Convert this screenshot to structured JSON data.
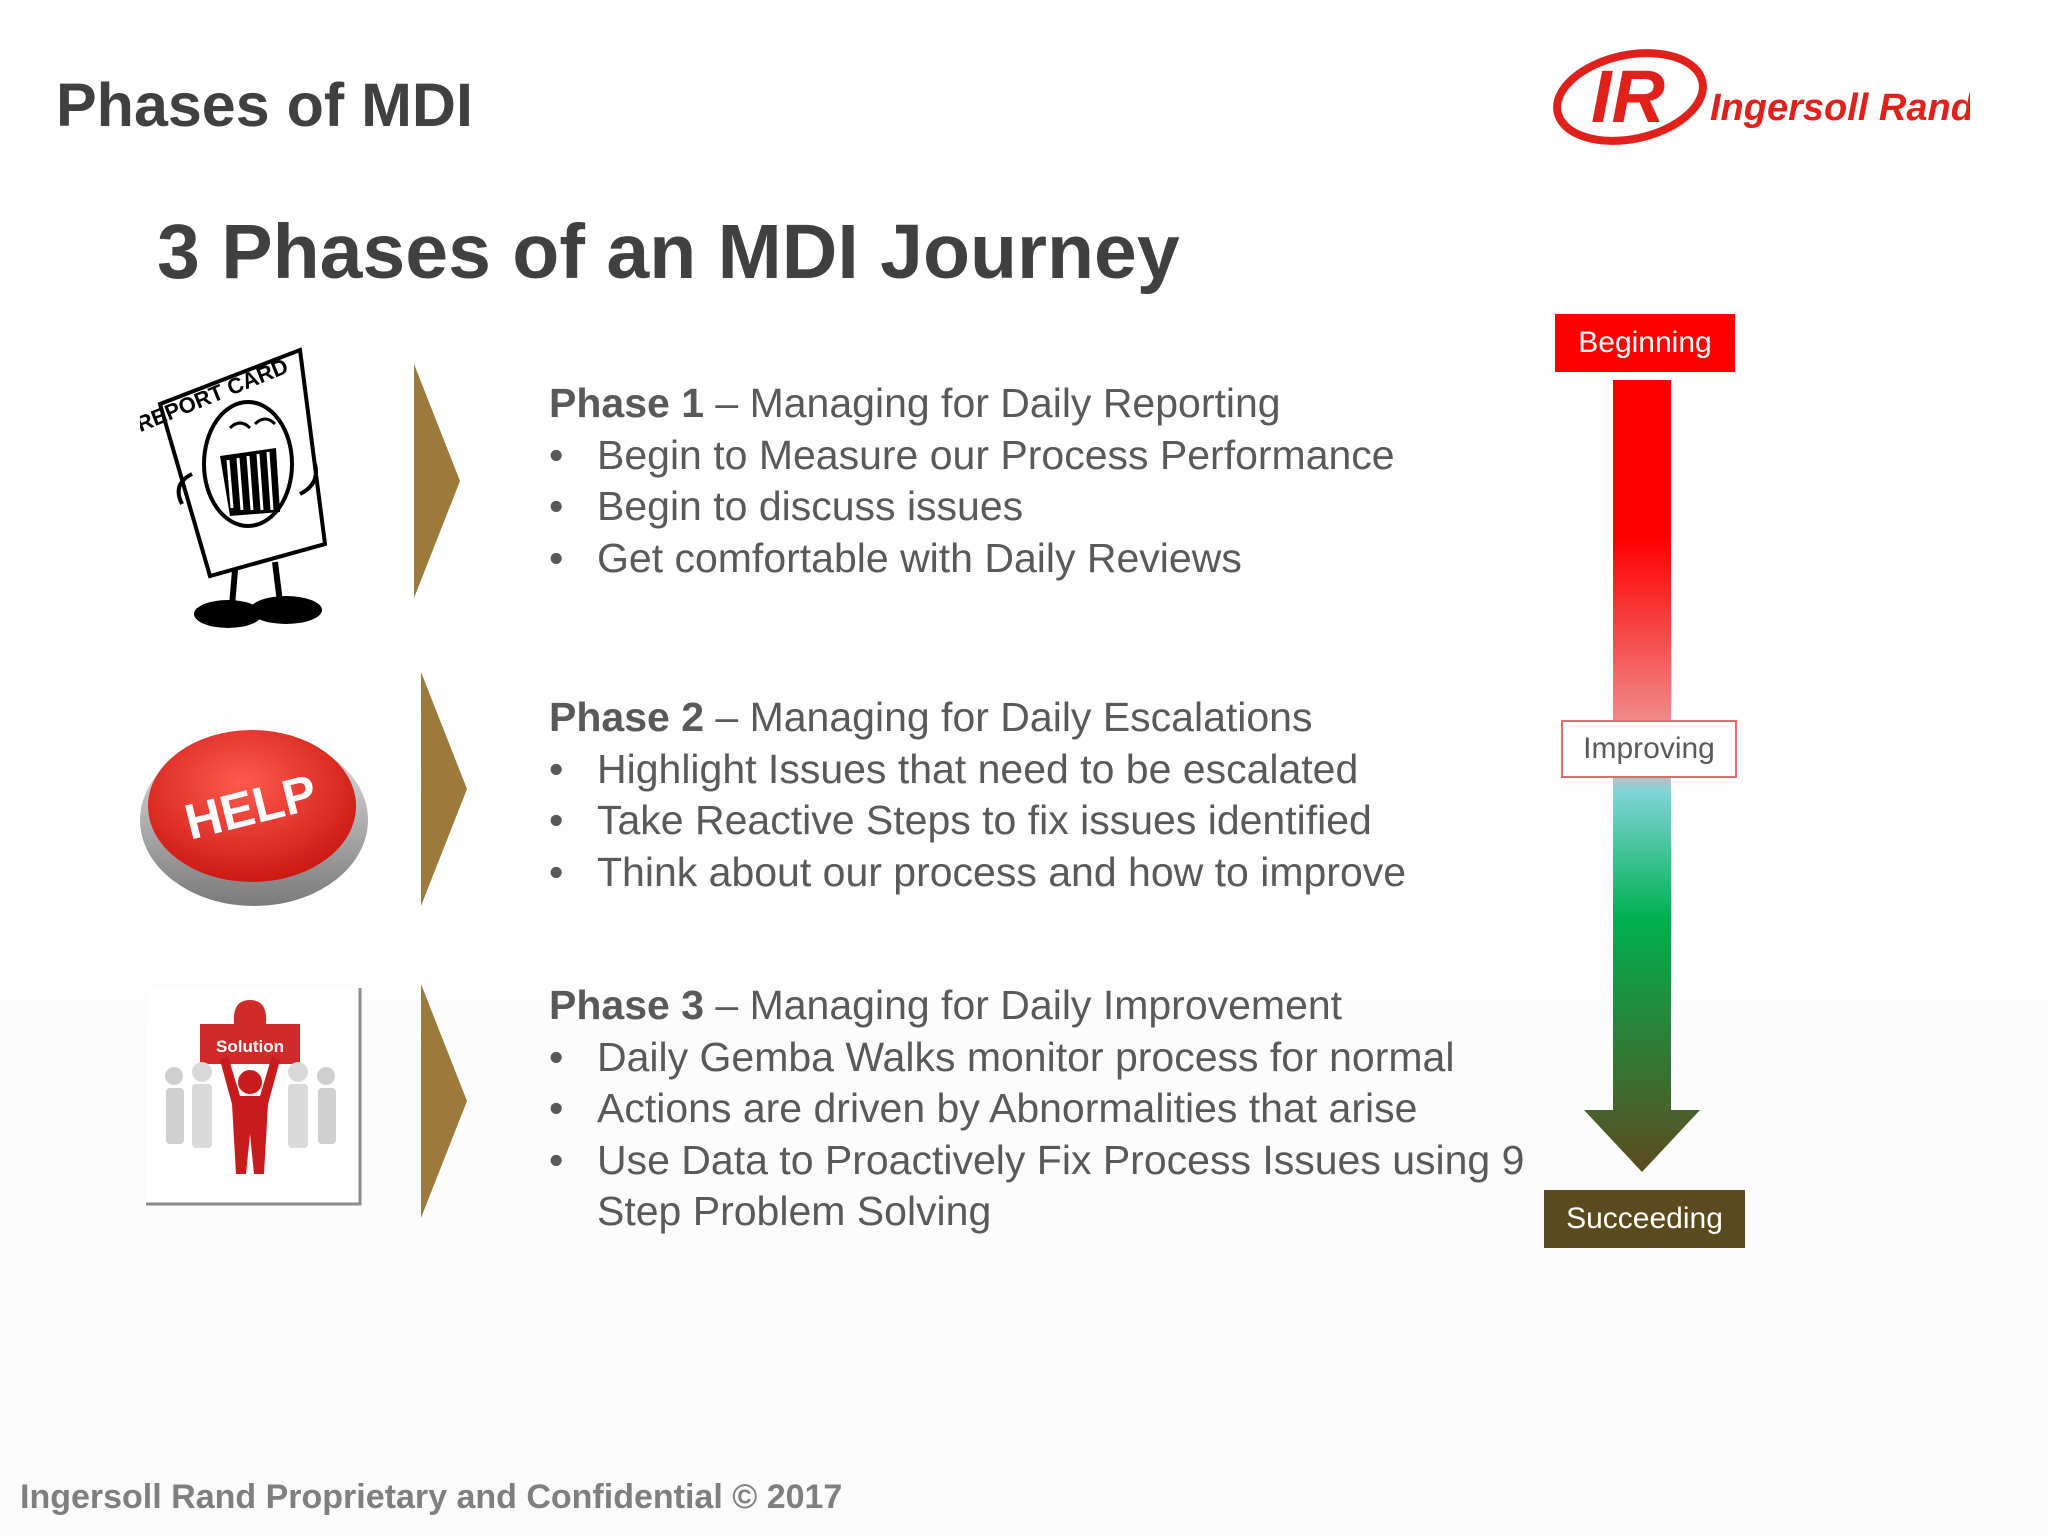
{
  "slide": {
    "title": "Phases of MDI",
    "subtitle": "3 Phases of an MDI Journey",
    "footer": "Ingersoll Rand Proprietary and Confidential © 2017"
  },
  "logo": {
    "mark": "IR",
    "wordmark": "Ingersoll Rand",
    "color": "#e0201b"
  },
  "phases": [
    {
      "label": "Phase 1",
      "separator": " – ",
      "title": "Managing for Daily Reporting",
      "bullets": [
        "Begin to Measure our Process Performance",
        "Begin to discuss issues",
        "Get comfortable with Daily Reviews"
      ],
      "image_icon": "report-card-icon",
      "image_text": "REPORT CARD"
    },
    {
      "label": "Phase 2",
      "separator": " – ",
      "title": "Managing for Daily Escalations",
      "bullets": [
        "Highlight Issues that need to be escalated",
        "Take Reactive Steps to fix issues identified",
        "Think about our process and how to improve"
      ],
      "image_icon": "help-button-icon",
      "image_text": "HELP"
    },
    {
      "label": "Phase 3",
      "separator": " – ",
      "title": "Managing for Daily Improvement",
      "bullets": [
        "Daily Gemba Walks monitor process for normal",
        "Actions are driven by Abnormalities that arise",
        "Use Data to Proactively Fix Process Issues using 9 Step Problem Solving"
      ],
      "image_icon": "solution-puzzle-icon",
      "image_text": "Solution"
    }
  ],
  "bullet_symbol": "•",
  "progress": {
    "start": "Beginning",
    "middle": "Improving",
    "end": "Succeeding",
    "colors": {
      "start": "#ff0000",
      "middle_border": "#e26b6b",
      "end": "#5c4a1f",
      "arrow_top": "#ff0000",
      "arrow_mid": "#7fd3d8",
      "arrow_green": "#00b050",
      "arrow_bottom": "#5c4a1f"
    }
  },
  "chevron_color": "#9c7a3c"
}
